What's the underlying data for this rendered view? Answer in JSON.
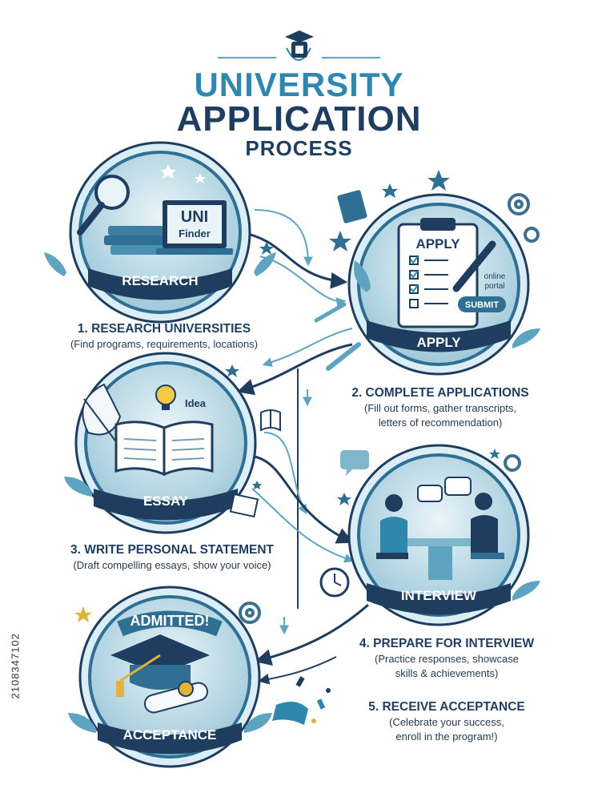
{
  "title": {
    "line1": "UNIVERSITY",
    "line2": "APPLICATION",
    "line3": "PROCESS"
  },
  "stock_id": "2108347102",
  "badges": {
    "research": "RESEARCH",
    "apply": "APPLY",
    "essay": "ESSAY",
    "interview": "INTERVIEW",
    "acceptance": "ACCEPTANCE"
  },
  "art_text": {
    "uni": "UNI",
    "finder": "Finder",
    "apply_sheet": "APPLY",
    "online": "online",
    "portal": "portal",
    "submit": "SUBMIT",
    "idea": "Idea",
    "admitted": "ADMITTED!"
  },
  "steps": [
    {
      "head": "1. RESEARCH UNIVERSITIES",
      "sub": "(Find programs, requirements, locations)"
    },
    {
      "head": "2. COMPLETE APPLICATIONS",
      "sub1": "(Fill out forms, gather transcripts,",
      "sub2": "letters of recommendation)"
    },
    {
      "head": "3. WRITE PERSONAL STATEMENT",
      "sub": "(Draft compelling essays, show your voice)"
    },
    {
      "head": "4. PREPARE FOR INTERVIEW",
      "sub1": "(Practice responses, showcase",
      "sub2": "skills & achievements)"
    },
    {
      "head": "5. RECEIVE ACCEPTANCE",
      "sub1": "(Celebrate your success,",
      "sub2": "enroll in the program!)"
    }
  ],
  "colors": {
    "navy": "#1f3d5f",
    "teal": "#2f87ad",
    "light": "#cfe6ef"
  }
}
